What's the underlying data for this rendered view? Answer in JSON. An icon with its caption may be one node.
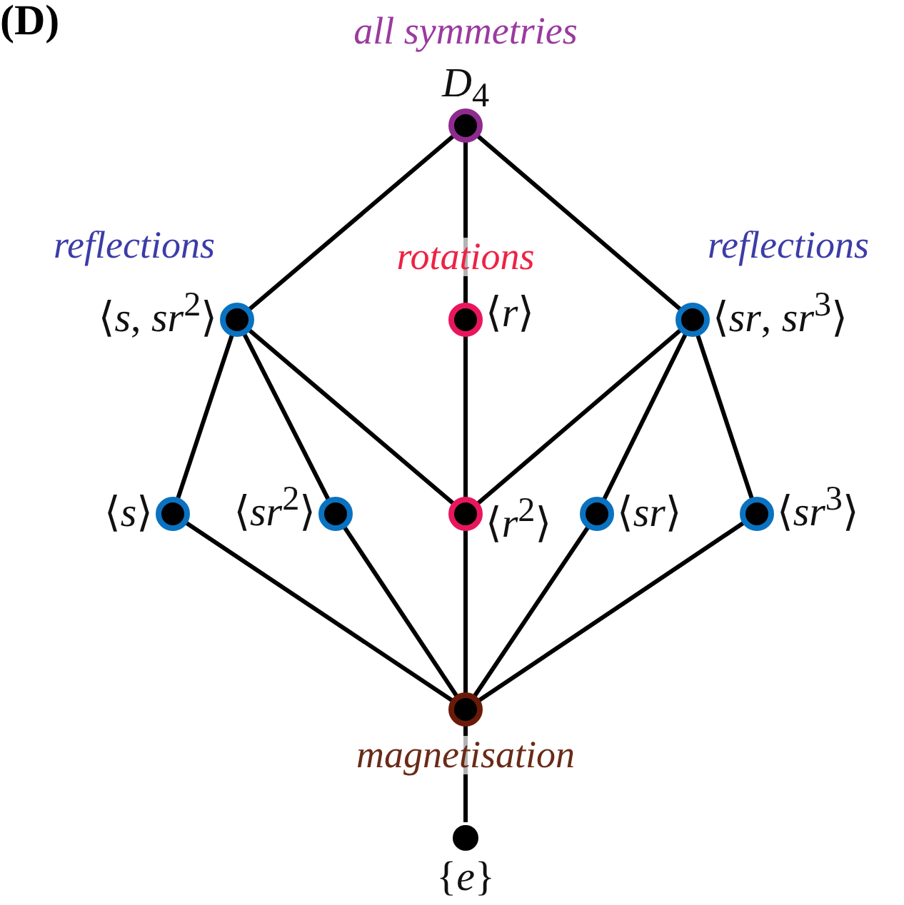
{
  "diagram": {
    "nodes": [
      {
        "text": [
          "all symmetries",
          "*D*$_{4}$"
        ]
      },
      {
        "text": [
          "reflections",
          "⟨*s*, *sr*$^{2}$⟩"
        ]
      },
      {
        "text": [
          "rotations",
          "⟨*r*⟩"
        ]
      },
      {
        "text": [
          "reflections",
          "⟨*sr*, *sr*$^{3}$⟩"
        ]
      },
      {
        "text": [
          "⟨*s*⟩"
        ]
      },
      {
        "text": [
          "⟨*sr*$^{2}$⟩"
        ]
      },
      {
        "text": [
          "⟨*r*$^{2}$⟩"
        ]
      },
      {
        "text": [
          "⟨*sr*⟩"
        ]
      },
      {
        "text": [
          "⟨*sr*$^{3}$⟩"
        ]
      },
      {
        "text": [
          "magnetisation"
        ]
      },
      {
        "text": [
          "{*e*}"
        ]
      }
    ],
    "edges": [
      {
        "from": 0,
        "to": 1,
        "arrow": "none"
      },
      {
        "from": 0,
        "to": 2,
        "arrow": "none"
      },
      {
        "from": 0,
        "to": 3,
        "arrow": "none"
      },
      {
        "from": 1,
        "to": 4,
        "arrow": "none"
      },
      {
        "from": 1,
        "to": 5,
        "arrow": "none"
      },
      {
        "from": 1,
        "to": 6,
        "arrow": "none"
      },
      {
        "from": 2,
        "to": 6,
        "arrow": "none"
      },
      {
        "from": 3,
        "to": 6,
        "arrow": "none"
      },
      {
        "from": 3,
        "to": 7,
        "arrow": "none"
      },
      {
        "from": 3,
        "to": 8,
        "arrow": "none"
      },
      {
        "from": 4,
        "to": 9,
        "arrow": "none"
      },
      {
        "from": 5,
        "to": 9,
        "arrow": "none"
      },
      {
        "from": 6,
        "to": 9,
        "arrow": "none"
      },
      {
        "from": 7,
        "to": 9,
        "arrow": "none"
      },
      {
        "from": 8,
        "to": 9,
        "arrow": "none"
      },
      {
        "from": 9,
        "to": 10,
        "arrow": "none"
      }
    ],
    "labels": [
      "(D)"
    ]
  }
}
